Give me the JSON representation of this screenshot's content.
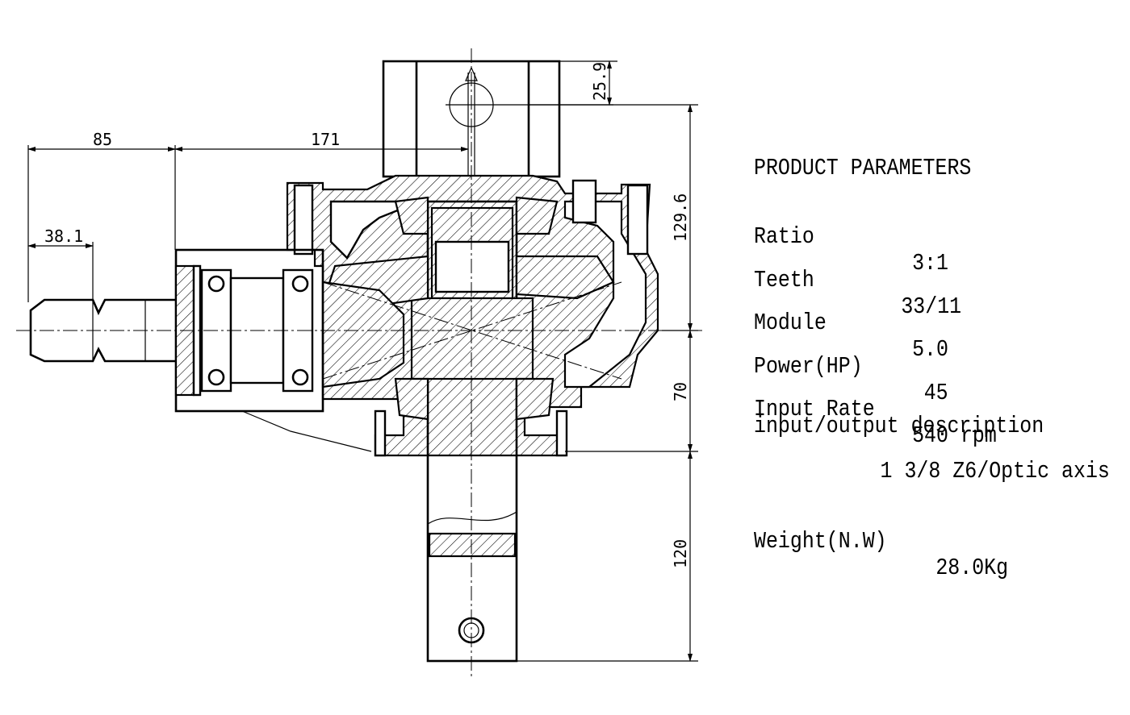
{
  "dimensions": {
    "d_85": "85",
    "d_171": "171",
    "d_38_1": "38.1",
    "d_25_9": "25.9",
    "d_129_6": "129.6",
    "d_70": "70",
    "d_120": "120"
  },
  "parameters": {
    "heading": "PRODUCT PARAMETERS",
    "ratio_label": "Ratio",
    "ratio_value": "3:1",
    "teeth_label": "Teeth",
    "teeth_value": "33/11",
    "module_label": "Module",
    "module_value": "5.0",
    "power_label": "Power(HP)",
    "power_value": "45",
    "input_rate_label": "Input Rate",
    "input_rate_value": "540 rpm",
    "io_label": "input/output description",
    "io_value": "1 3/8 Z6/Optic axis",
    "weight_label": "Weight(N.W)",
    "weight_value": "28.0Kg"
  }
}
